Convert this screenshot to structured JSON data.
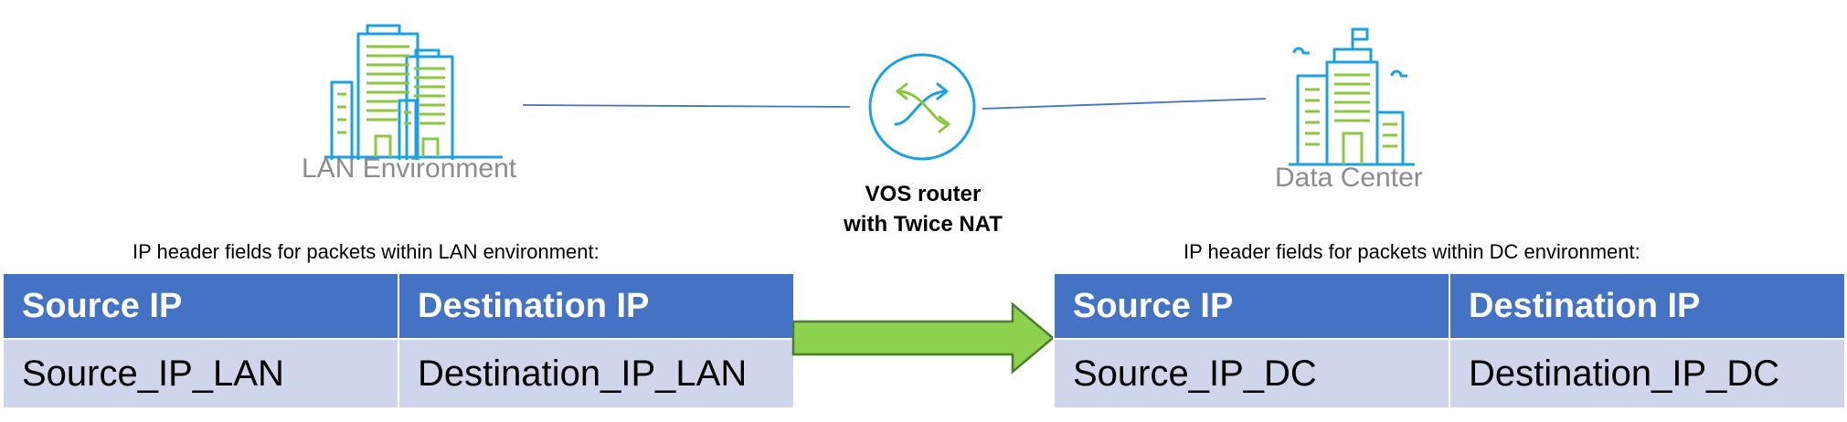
{
  "lan": {
    "label": "LAN Environment"
  },
  "dc": {
    "label": "Data Center"
  },
  "router": {
    "line1": "VOS router",
    "line2": "with Twice NAT"
  },
  "lan_table": {
    "title": "IP header fields for packets within LAN environment:",
    "headers": [
      "Source IP",
      "Destination IP"
    ],
    "values": [
      "Source_IP_LAN",
      "Destination_IP_LAN"
    ]
  },
  "dc_table": {
    "title": "IP header fields for packets within DC environment:",
    "headers": [
      "Source IP",
      "Destination IP"
    ],
    "values": [
      "Source_IP_DC",
      "Destination_IP_DC"
    ]
  },
  "colors": {
    "icon_blue": "#1ba1e2",
    "icon_green": "#8dc63f",
    "header_blue": "#4472c4",
    "row_lavender": "#cfd5ea",
    "arrow_green": "#8ed14f"
  },
  "icons": {
    "lan": "office-buildings-icon",
    "router": "router-shuffle-icon",
    "dc": "data-center-building-icon",
    "arrow": "right-arrow-icon"
  }
}
